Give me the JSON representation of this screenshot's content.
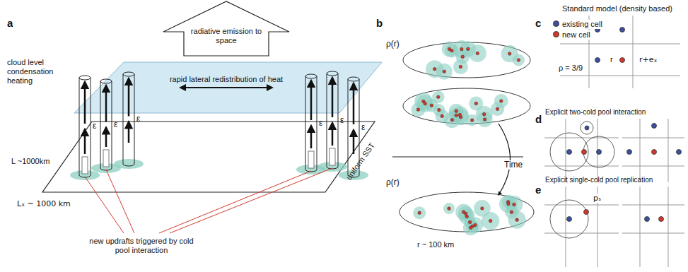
{
  "diagram": {
    "nodes": [
      {
        "text": [
          "radiative emission to space"
        ]
      }
    ],
    "labels": [
      "a",
      "cloud level condensation heating",
      "rapid lateral redistribution of heat",
      "ε",
      "ε",
      "ε",
      "ε",
      "ε",
      "ε",
      "L ~1000km",
      "Lₓ ~ 1000 km",
      "uniform SST",
      "new updrafts triggered by cold pool interaction",
      "b",
      "ρ(r)",
      "ρ(r)",
      "Time",
      "r ~ 100 km",
      "c",
      "Standard model (density based)",
      "r",
      "r+eₓ",
      "ρ = 3/9",
      "d",
      "Explicit two-cold pool interaction",
      "e",
      "Explicit single-cold pool replication",
      "pₛ"
    ],
    "legend": [
      {
        "text": "existing cell",
        "color": "#3d4f9f"
      },
      {
        "text": "new cell",
        "color": "#d0392b"
      }
    ]
  }
}
